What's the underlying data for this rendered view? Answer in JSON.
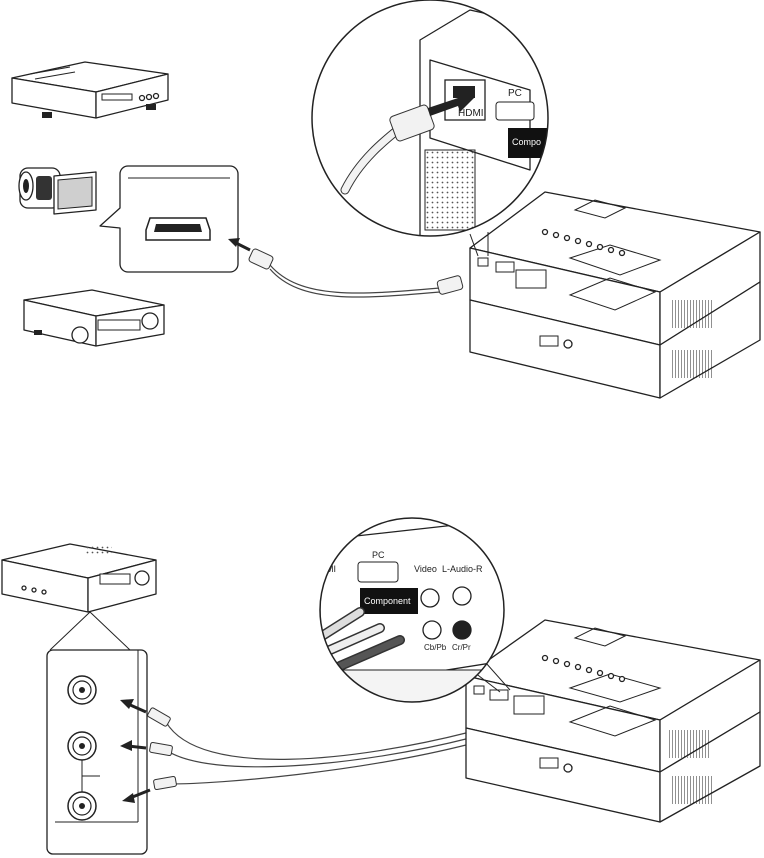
{
  "diagram": {
    "hdmi_section": {
      "zoom_labels": {
        "pc": "PC",
        "hdmi": "HDMI",
        "component": "Compo"
      },
      "source_devices": [
        "dvd-player",
        "video-camera",
        "av-receiver"
      ]
    },
    "component_section": {
      "zoom_labels": {
        "pc": "PC",
        "video": "Video",
        "audio": "L-Audio-R",
        "component": "Component",
        "cbpb": "Cb/Pb",
        "crpr": "Cr/Pr",
        "hdmi_edge": "MI"
      },
      "source_devices": [
        "av-receiver"
      ],
      "jack_count": 3
    }
  }
}
